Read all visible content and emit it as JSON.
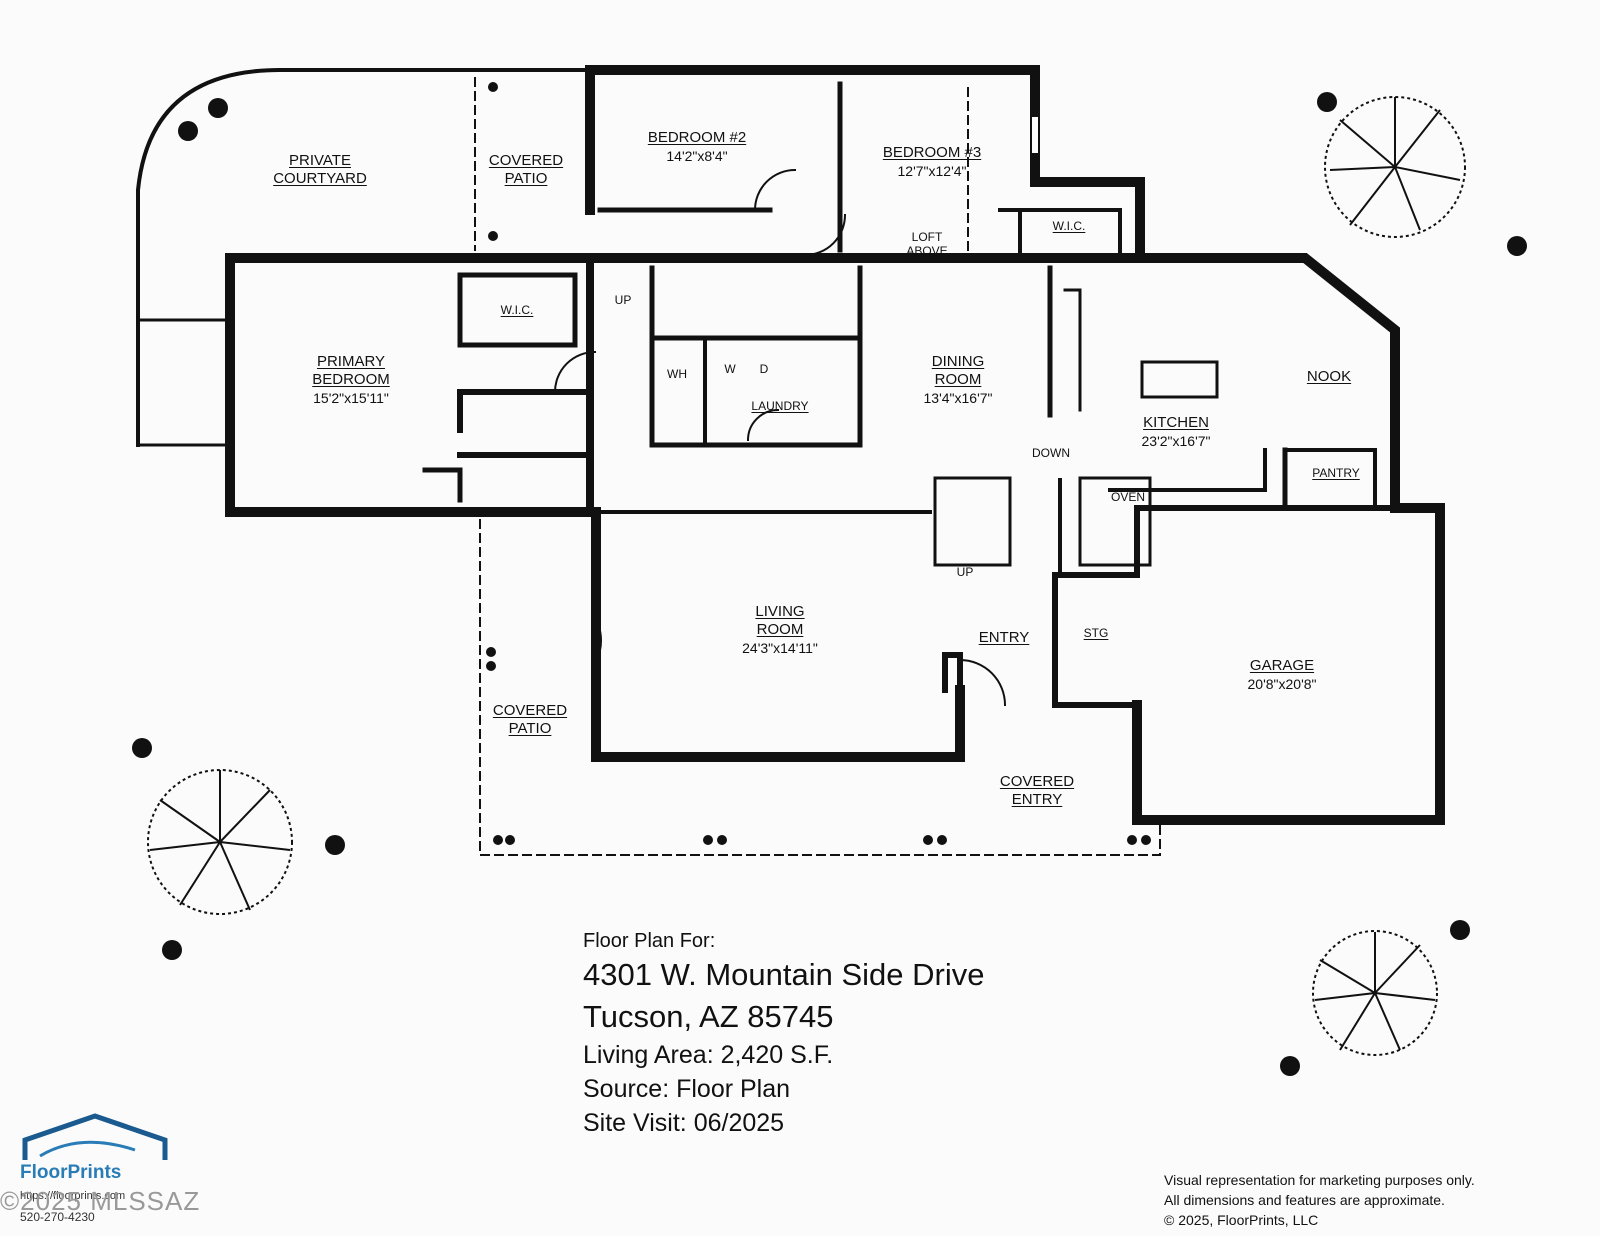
{
  "rooms": {
    "private_courtyard": {
      "name": "PRIVATE\nCOURTYARD"
    },
    "covered_patio_top": {
      "name": "COVERED\nPATIO"
    },
    "bedroom2": {
      "name": "BEDROOM #2",
      "dim": "14'2\"x8'4\""
    },
    "bedroom3": {
      "name": "BEDROOM #3",
      "dim": "12'7\"x12'4\""
    },
    "wic_bed3": {
      "name": "W.I.C."
    },
    "loft": {
      "name": "LOFT\nABOVE"
    },
    "up_top": {
      "name": "UP"
    },
    "wic_primary": {
      "name": "W.I.C."
    },
    "primary": {
      "name": "PRIMARY\nBEDROOM",
      "dim": "15'2\"x15'11\""
    },
    "wh": {
      "name": "WH"
    },
    "w": {
      "name": "W"
    },
    "d": {
      "name": "D"
    },
    "laundry": {
      "name": "LAUNDRY"
    },
    "dining": {
      "name": "DINING\nROOM",
      "dim": "13'4\"x16'7\""
    },
    "kitchen": {
      "name": "KITCHEN",
      "dim": "23'2\"x16'7\""
    },
    "nook": {
      "name": "NOOK"
    },
    "pantry": {
      "name": "PANTRY"
    },
    "down": {
      "name": "DOWN"
    },
    "oven": {
      "name": "OVEN"
    },
    "up_mid": {
      "name": "UP"
    },
    "living": {
      "name": "LIVING\nROOM",
      "dim": "24'3\"x14'11\""
    },
    "entry": {
      "name": "ENTRY"
    },
    "stg": {
      "name": "STG"
    },
    "garage": {
      "name": "GARAGE",
      "dim": "20'8\"x20'8\""
    },
    "covered_patio_bottom": {
      "name": "COVERED\nPATIO"
    },
    "covered_entry": {
      "name": "COVERED\nENTRY"
    }
  },
  "info": {
    "heading": "Floor Plan For:",
    "address1": "4301 W. Mountain Side Drive",
    "address2": "Tucson, AZ  85745",
    "living_area": "Living Area:  2,420 S.F.",
    "source": "Source:  Floor Plan",
    "site_visit": "Site Visit:  06/2025"
  },
  "disclaimer": {
    "line1": "Visual representation for marketing purposes only.",
    "line2": "All dimensions and features are approximate.",
    "line3": "© 2025, FloorPrints, LLC"
  },
  "logo": {
    "name": "FloorPrints",
    "website": "https://floorprints.com",
    "phone": "520-270-4230"
  },
  "watermark": "©2025 MLSSAZ",
  "icons": [
    "tree-icon",
    "shrub-icon",
    "house-logo-icon"
  ]
}
